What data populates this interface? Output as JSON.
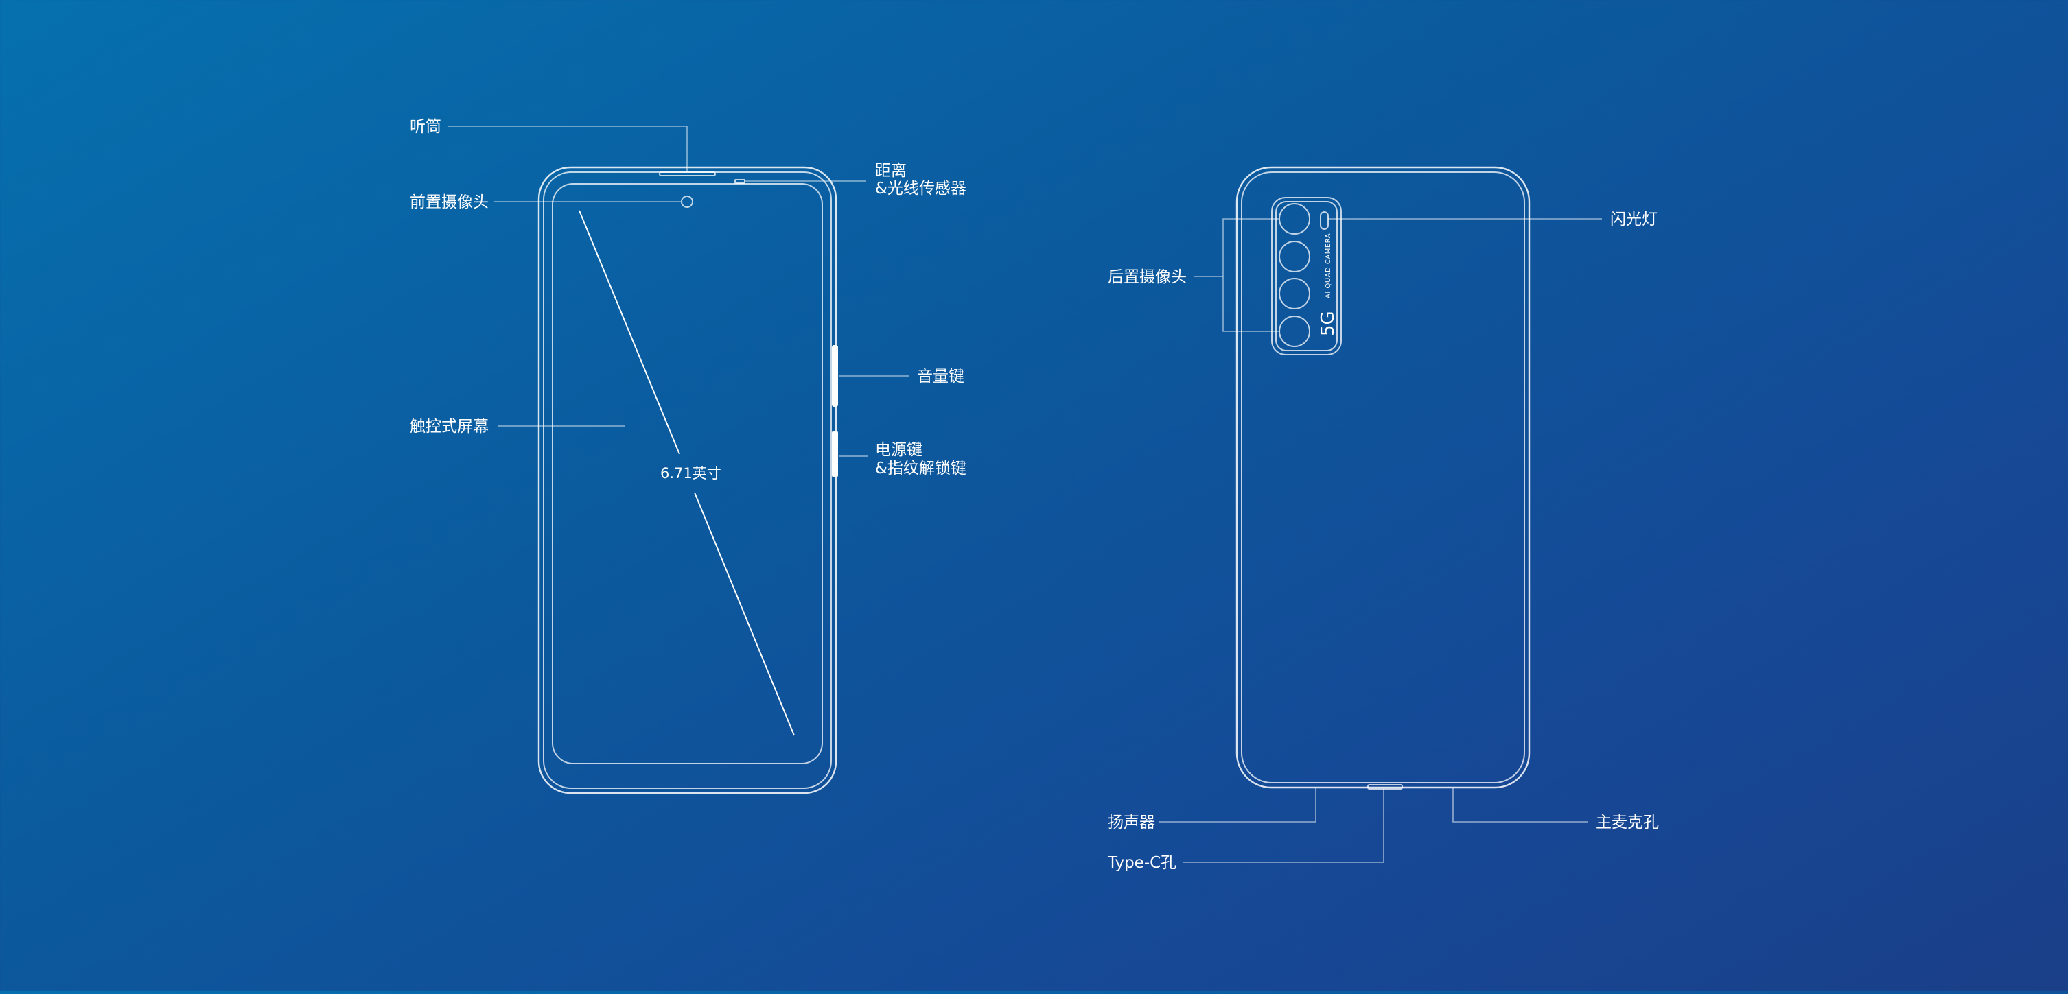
{
  "front": {
    "labels": {
      "earpiece": "听筒",
      "front_camera": "前置摄像头",
      "sensor_line1": "距离",
      "sensor_line2": "&光线传感器",
      "volume": "音量键",
      "power_line1": "电源键",
      "power_line2": "&指纹解锁键",
      "touchscreen": "触控式屏幕",
      "screen_size": "6.71英寸"
    }
  },
  "back": {
    "labels": {
      "rear_camera": "后置摄像头",
      "flash": "闪光灯",
      "speaker": "扬声器",
      "type_c": "Type-C孔",
      "main_mic": "主麦克孔"
    },
    "module_text": {
      "ai_quad_camera": "AI QUAD CAMERA",
      "five_g": "5G"
    }
  },
  "colors": {
    "background_start": "#0670ae",
    "background_end": "#1a3f88",
    "line": "#ffffff"
  }
}
